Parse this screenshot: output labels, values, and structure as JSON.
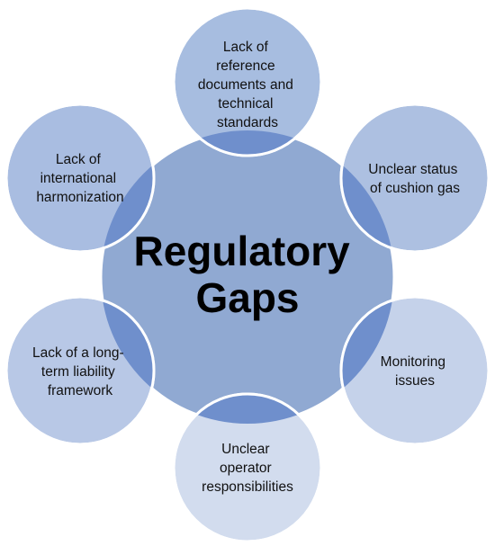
{
  "center": {
    "lines": [
      "Regulatory",
      "Gaps"
    ],
    "fill": "#90a9d2"
  },
  "satellites": [
    {
      "id": "reference-documents",
      "lines": [
        "Lack of",
        "reference",
        "documents and",
        "technical",
        "standards"
      ],
      "fill": "#a7bde0"
    },
    {
      "id": "cushion-gas",
      "lines": [
        "Unclear status",
        "of cushion gas"
      ],
      "fill": "#adc0e1"
    },
    {
      "id": "monitoring",
      "lines": [
        "Monitoring",
        "issues"
      ],
      "fill": "#c5d2ea"
    },
    {
      "id": "operator-responsibilities",
      "lines": [
        "Unclear",
        "operator",
        "responsibilities"
      ],
      "fill": "#d2dcee"
    },
    {
      "id": "liability-framework",
      "lines": [
        "Lack of a long-",
        "term liability",
        "framework"
      ],
      "fill": "#b8c8e6"
    },
    {
      "id": "international-harmonization",
      "lines": [
        "Lack of",
        "international",
        "harmonization"
      ],
      "fill": "#a9bde1"
    }
  ],
  "colors": {
    "overlap": "#6f8fcc",
    "stroke": "#ffffff"
  }
}
